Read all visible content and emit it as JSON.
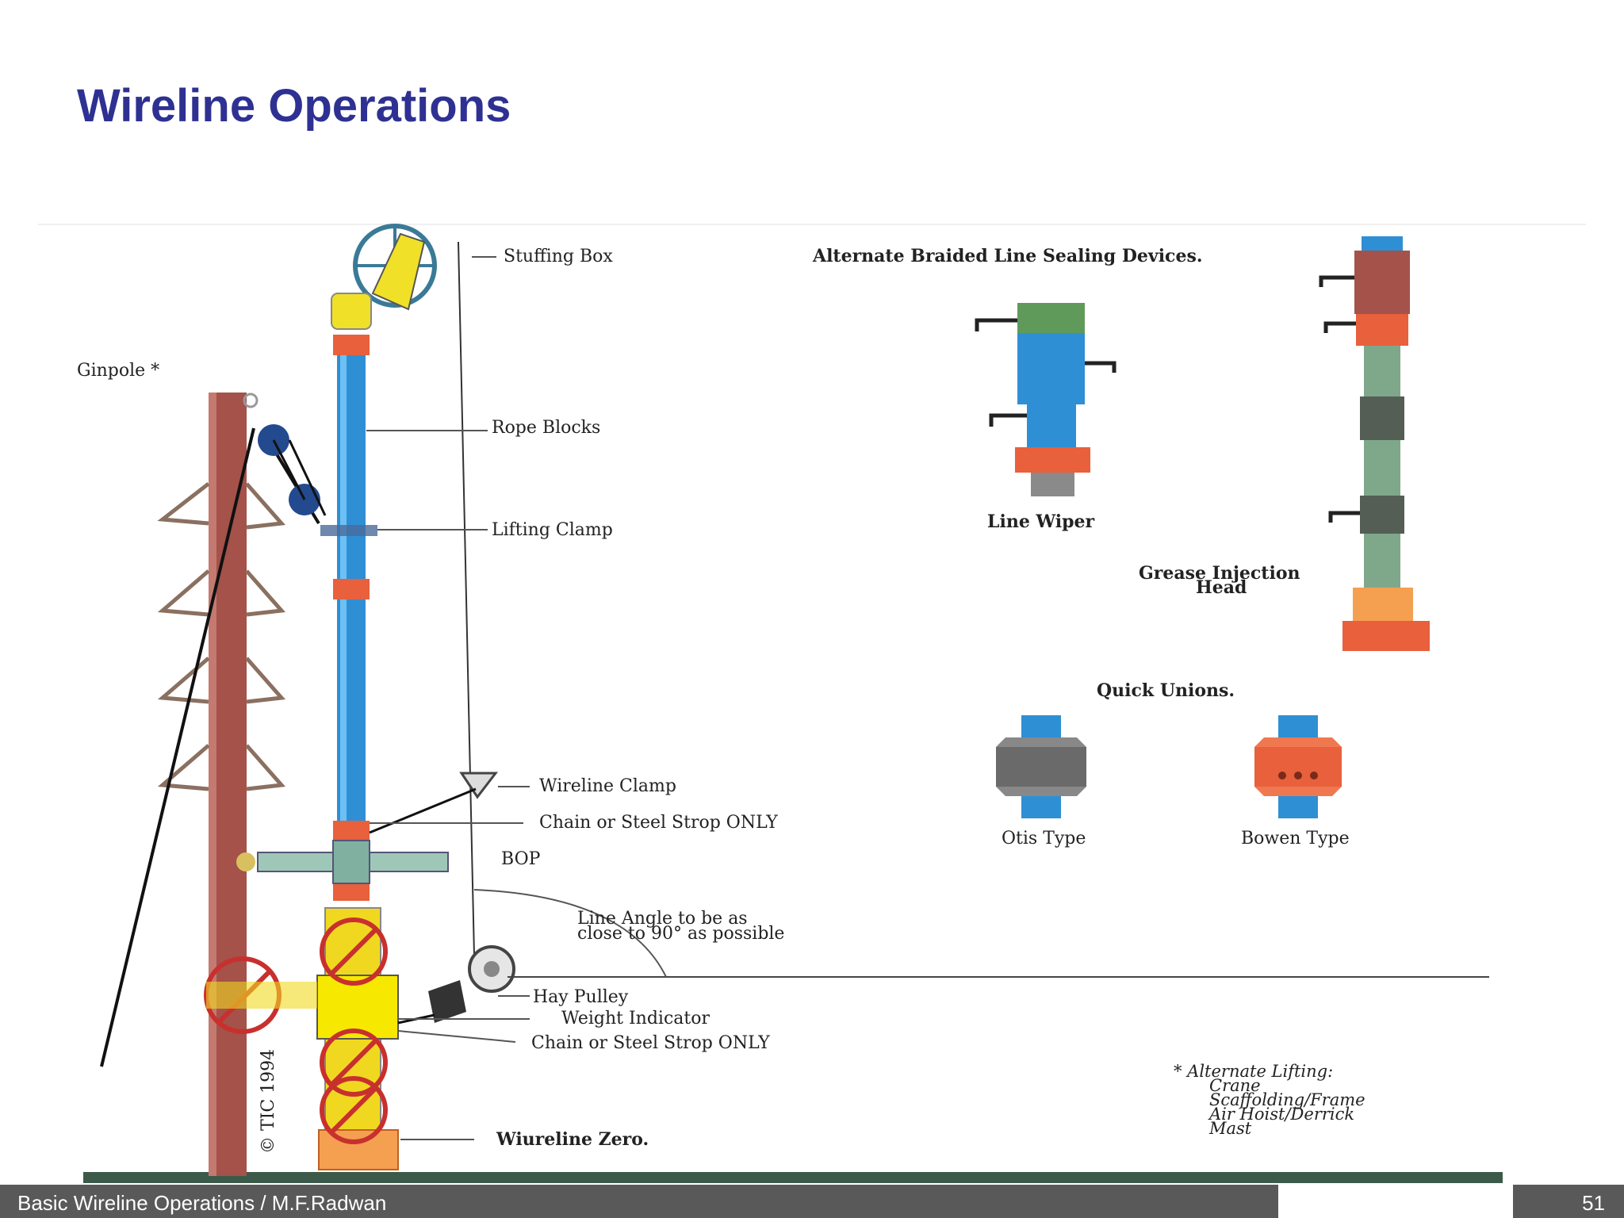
{
  "slide": {
    "title": "Wireline Operations",
    "footer_text": "Basic Wireline Operations / M.F.Radwan",
    "page_number": "51"
  },
  "diagram": {
    "labels": {
      "stuffing_box": "Stuffing Box",
      "ginpole": "Ginpole *",
      "rope_blocks": "Rope Blocks",
      "lifting_clamp": "Lifting Clamp",
      "wireline_clamp": "Wireline Clamp",
      "chain_strop_upper": "Chain or Steel Strop ONLY",
      "bop": "BOP",
      "line_angle_1": "Line Angle to be as",
      "line_angle_2": "close to 90° as possible",
      "hay_pulley": "Hay Pulley",
      "weight_indicator": "Weight Indicator",
      "chain_strop_lower": "Chain or Steel Strop ONLY",
      "wireline_zero": "Wiureline Zero.",
      "copyright": "© TIC 1994",
      "alt_sealing": "Alternate Braided Line Sealing Devices.",
      "line_wiper": "Line Wiper",
      "grease_head_1": "Grease Injection",
      "grease_head_2": "Head",
      "quick_unions": "Quick Unions.",
      "otis_type": "Otis Type",
      "bowen_type": "Bowen Type",
      "alt_lifting": [
        "* Alternate Lifting:",
        "Crane",
        "Scaffolding/Frame",
        "Air Hoist/Derrick",
        "Mast"
      ]
    }
  }
}
